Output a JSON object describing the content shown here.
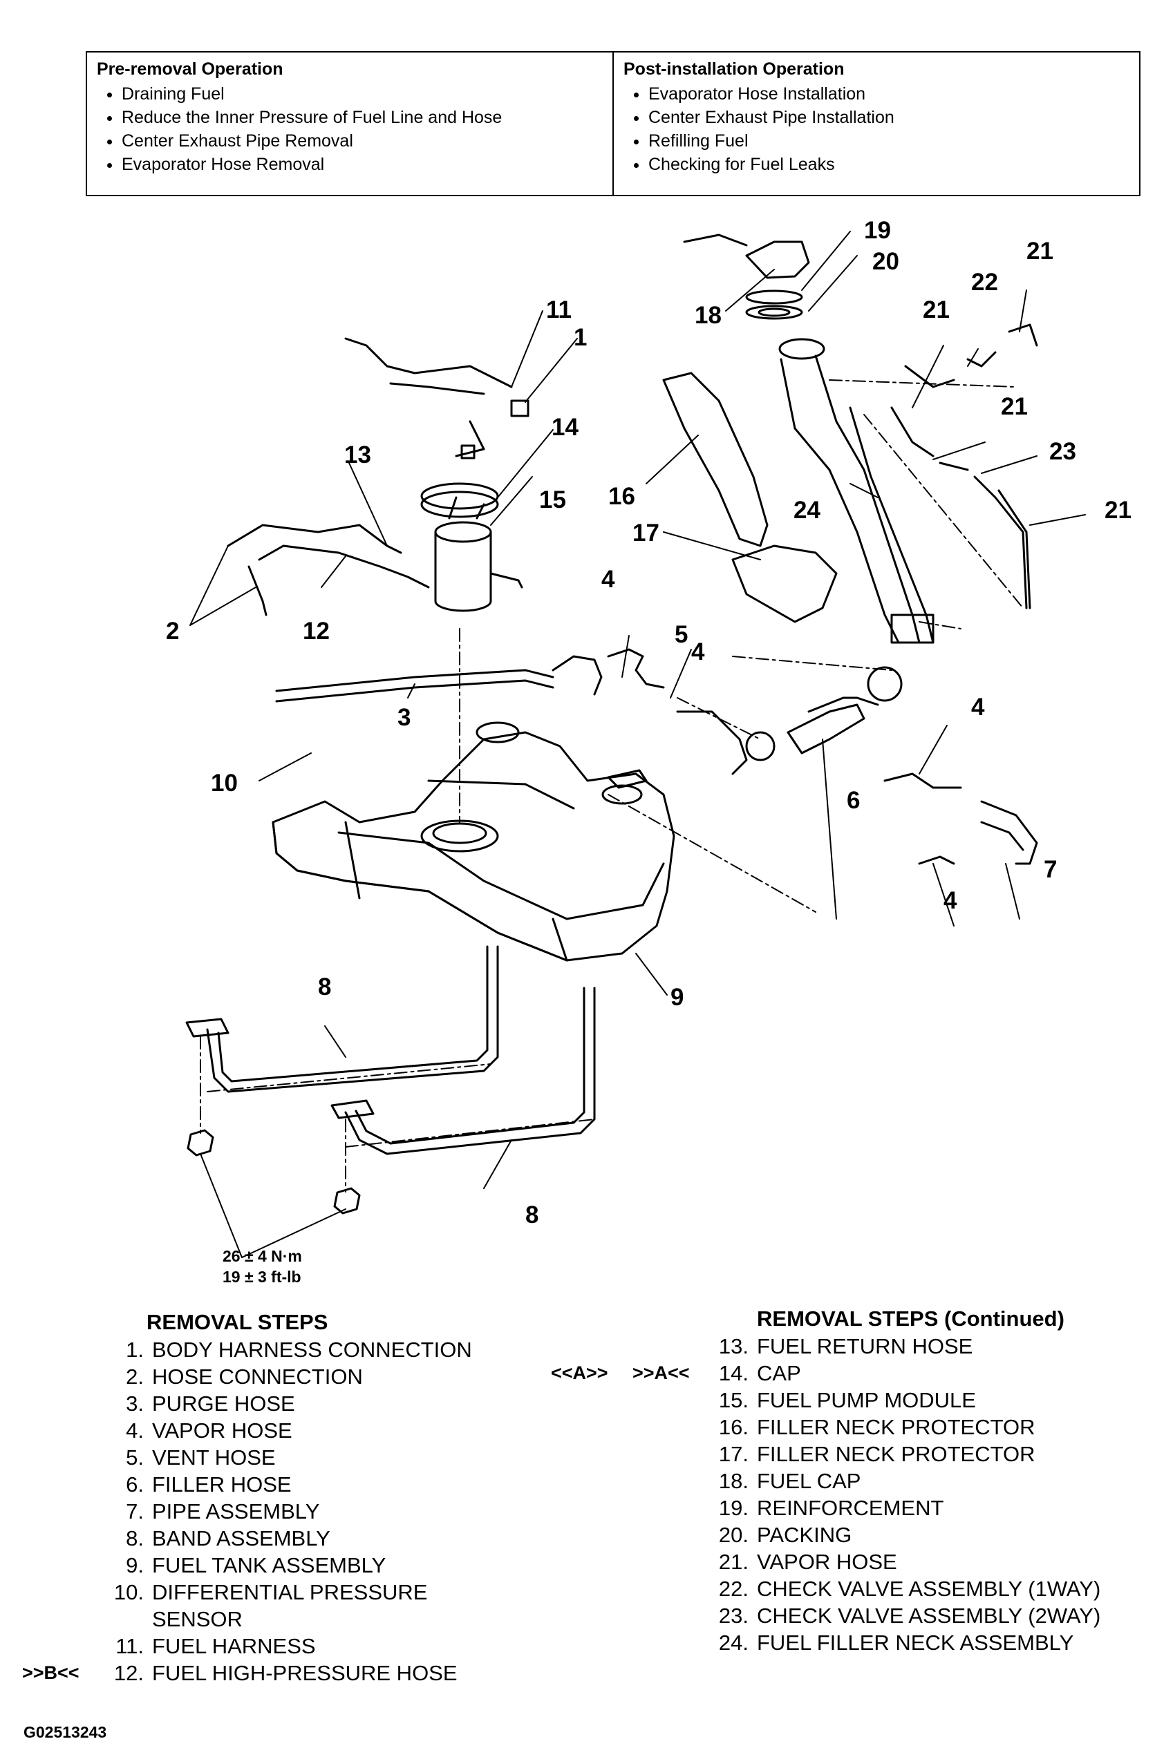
{
  "operations": {
    "pre": {
      "title": "Pre-removal Operation",
      "items": [
        "Draining Fuel",
        "Reduce the Inner Pressure of Fuel Line and Hose",
        "Center Exhaust Pipe Removal",
        "Evaporator Hose Removal"
      ]
    },
    "post": {
      "title": "Post-installation Operation",
      "items": [
        "Evaporator Hose Installation",
        "Center Exhaust Pipe Installation",
        "Refilling Fuel",
        "Checking for Fuel Leaks"
      ]
    }
  },
  "diagram": {
    "callouts": [
      "1",
      "2",
      "3",
      "4",
      "5",
      "6",
      "7",
      "8",
      "9",
      "10",
      "11",
      "12",
      "13",
      "14",
      "15",
      "16",
      "17",
      "18",
      "19",
      "20",
      "21",
      "22",
      "23",
      "24"
    ],
    "torque": {
      "metric": "26 ± 4 N·m",
      "imperial": "19 ± 3 ft-lb"
    }
  },
  "removal_steps": {
    "title": "REMOVAL STEPS",
    "continued_title": "REMOVAL STEPS (Continued)",
    "steps": [
      {
        "num": "1.",
        "label": "BODY HARNESS CONNECTION"
      },
      {
        "num": "2.",
        "label": "HOSE CONNECTION"
      },
      {
        "num": "3.",
        "label": "PURGE HOSE"
      },
      {
        "num": "4.",
        "label": "VAPOR HOSE"
      },
      {
        "num": "5.",
        "label": "VENT HOSE"
      },
      {
        "num": "6.",
        "label": "FILLER HOSE"
      },
      {
        "num": "7.",
        "label": "PIPE ASSEMBLY"
      },
      {
        "num": "8.",
        "label": "BAND ASSEMBLY"
      },
      {
        "num": "9.",
        "label": "FUEL TANK ASSEMBLY"
      },
      {
        "num": "10.",
        "label": "DIFFERENTIAL PRESSURE"
      },
      {
        "num": "",
        "label": "SENSOR"
      },
      {
        "num": "11.",
        "label": "FUEL HARNESS"
      },
      {
        "num": "12.",
        "label": "FUEL HIGH-PRESSURE HOSE",
        "mark": ">>B<<"
      }
    ],
    "steps_continued": [
      {
        "num": "13.",
        "label": "FUEL RETURN HOSE"
      },
      {
        "num": "14.",
        "label": "CAP",
        "mark_removal": "<<A>>",
        "mark_install": ">>A<<"
      },
      {
        "num": "15.",
        "label": "FUEL PUMP MODULE"
      },
      {
        "num": "16.",
        "label": "FILLER NECK PROTECTOR"
      },
      {
        "num": "17.",
        "label": "FILLER NECK PROTECTOR"
      },
      {
        "num": "18.",
        "label": "FUEL CAP"
      },
      {
        "num": "19.",
        "label": "REINFORCEMENT"
      },
      {
        "num": "20.",
        "label": "PACKING"
      },
      {
        "num": "21.",
        "label": "VAPOR HOSE"
      },
      {
        "num": "22.",
        "label": "CHECK VALVE ASSEMBLY (1WAY)"
      },
      {
        "num": "23.",
        "label": "CHECK VALVE ASSEMBLY (2WAY)"
      },
      {
        "num": "24.",
        "label": "FUEL FILLER NECK ASSEMBLY"
      }
    ]
  },
  "figure_code": "G02513243"
}
